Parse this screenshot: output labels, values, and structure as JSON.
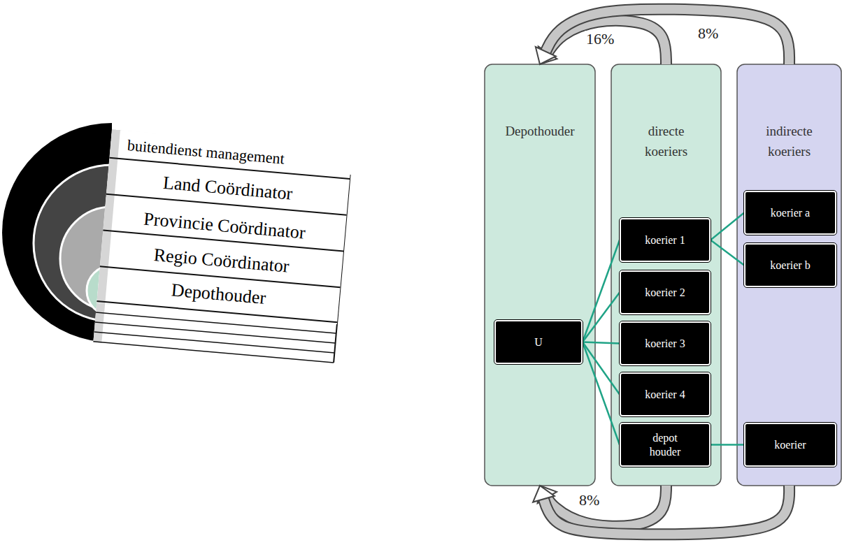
{
  "diagram": {
    "nodes": [
      {
        "text": [
          "buitendienst management"
        ]
      },
      {
        "text": [
          "Land Coördinator"
        ],
        "in": 0
      },
      {
        "text": [
          "Provincie Coördinator"
        ],
        "in": 0
      },
      {
        "text": [
          "Regio Coördinator"
        ],
        "in": 0
      },
      {
        "text": [
          "Depothouder"
        ],
        "in": 0
      },
      {
        "text": [
          "Depothouder"
        ]
      },
      {
        "text": [
          "U"
        ],
        "in": 5
      },
      {
        "text": [
          "directe koeriers"
        ]
      },
      {
        "text": [
          "koerier 1"
        ],
        "in": 7
      },
      {
        "text": [
          "koerier 2"
        ],
        "in": 7
      },
      {
        "text": [
          "koerier 3"
        ],
        "in": 7
      },
      {
        "text": [
          "koerier 4"
        ],
        "in": 7
      },
      {
        "text": [
          "depot houder"
        ],
        "in": 7
      },
      {
        "text": [
          "indirecte koeriers"
        ]
      },
      {
        "text": [
          "koerier a"
        ],
        "in": 13
      },
      {
        "text": [
          "koerier b"
        ],
        "in": 13
      },
      {
        "text": [
          "koerier"
        ],
        "in": 13
      }
    ],
    "edges": [
      {
        "from": 6,
        "to": 8,
        "arrow": "none"
      },
      {
        "from": 6,
        "to": 9,
        "arrow": "none"
      },
      {
        "from": 6,
        "to": 10,
        "arrow": "none"
      },
      {
        "from": 6,
        "to": 11,
        "arrow": "none"
      },
      {
        "from": 6,
        "to": 12,
        "arrow": "none"
      },
      {
        "from": 8,
        "to": 14,
        "arrow": "none"
      },
      {
        "from": 8,
        "to": 15,
        "arrow": "none"
      },
      {
        "from": 12,
        "to": 16,
        "arrow": "none"
      },
      {
        "from": 7,
        "to": 5,
        "label": "16%",
        "arrow": "to"
      },
      {
        "from": 13,
        "to": 5,
        "label": "8%",
        "arrow": "to"
      },
      {
        "from": 7,
        "to": 5,
        "label": "8%",
        "arrow": "to"
      },
      {
        "from": 13,
        "to": 5,
        "arrow": "to"
      }
    ]
  }
}
